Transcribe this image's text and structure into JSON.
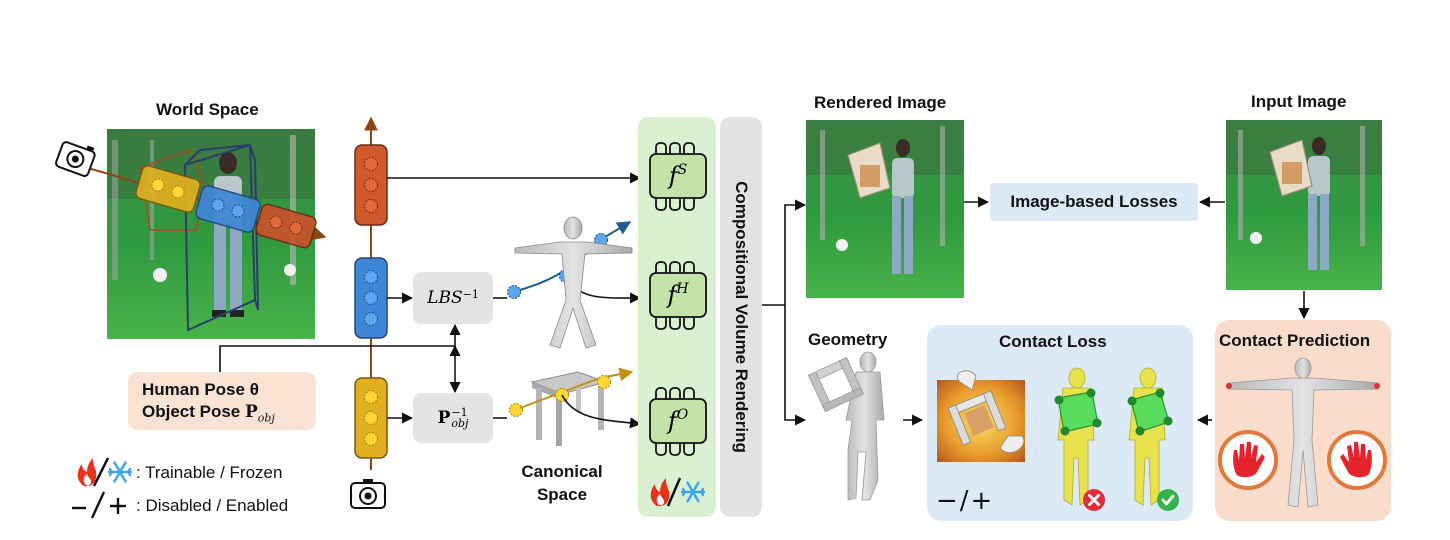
{
  "world_space": {
    "title": "World Space"
  },
  "canonical_space": {
    "line1": "Canonical",
    "line2": "Space"
  },
  "lbs_box": {
    "label": "LBS",
    "superscript": "−1"
  },
  "pobj_box": {
    "label": "P",
    "subscript": "obj",
    "superscript": "−1"
  },
  "pose_box": {
    "line1": "Human Pose θ",
    "line2_prefix": "Object Pose ",
    "line2_p": "P",
    "line2_sub": "obj"
  },
  "networks": {
    "f_s": {
      "symbol": "f",
      "superscript": "S"
    },
    "f_h": {
      "symbol": "f",
      "superscript": "H"
    },
    "f_o": {
      "symbol": "f",
      "superscript": "O"
    }
  },
  "volume_rendering": {
    "label": "Compositional Volume Rendering"
  },
  "rendered_image": {
    "title": "Rendered Image"
  },
  "input_image": {
    "title": "Input Image"
  },
  "image_losses": {
    "label": "Image-based Losses"
  },
  "geometry": {
    "title": "Geometry"
  },
  "contact_loss": {
    "title": "Contact Loss",
    "toggle": "−/+"
  },
  "contact_prediction": {
    "title": "Contact Prediction"
  },
  "legend": {
    "trainable_frozen": ": Trainable / Frozen",
    "disabled_enabled": ": Disabled / Enabled"
  },
  "colors": {
    "object_feature": "#E0B020",
    "human_feature": "#3F86D6",
    "scene_feature": "#D0582A",
    "network_panel": "#D9F1D0",
    "loss_panel": "#DCE9F6",
    "pose_panel": "#FBE3D4",
    "contact_panel": "#FADCCB"
  }
}
